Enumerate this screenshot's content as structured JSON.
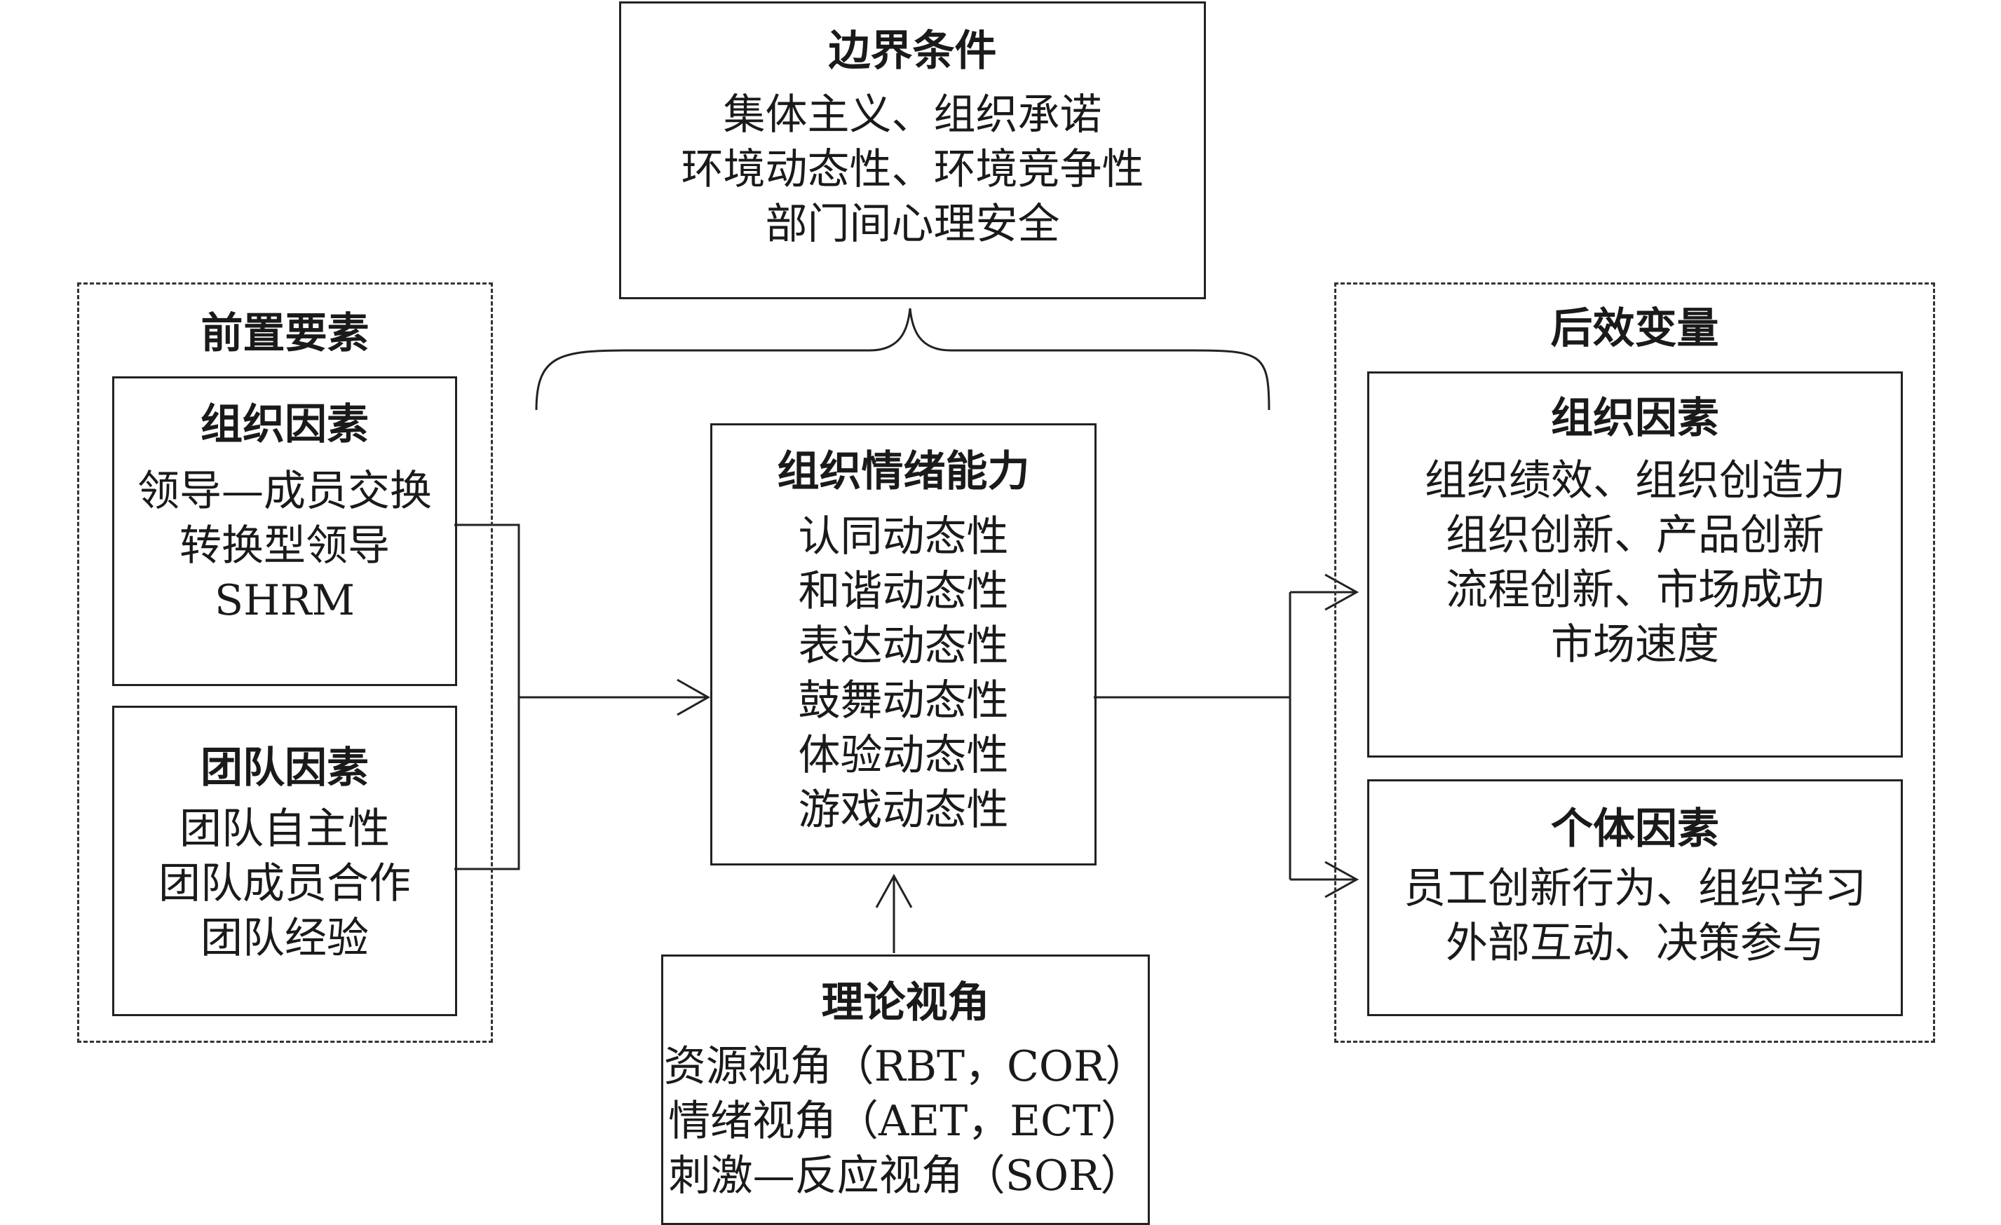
{
  "boundary": {
    "title": "边界条件",
    "lines": [
      "集体主义、组织承诺",
      "环境动态性、环境竞争性",
      "部门间心理安全"
    ]
  },
  "antecedents": {
    "title": "前置要素",
    "org": {
      "title": "组织因素",
      "lines": [
        "领导—成员交换",
        "转换型领导",
        "SHRM"
      ]
    },
    "team": {
      "title": "团队因素",
      "lines": [
        "团队自主性",
        "团队成员合作",
        "团队经验"
      ]
    }
  },
  "core": {
    "title": "组织情绪能力",
    "lines": [
      "认同动态性",
      "和谐动态性",
      "表达动态性",
      "鼓舞动态性",
      "体验动态性",
      "游戏动态性"
    ]
  },
  "theory": {
    "title": "理论视角",
    "lines": [
      "资源视角（RBT，COR）",
      "情绪视角（AET，ECT）",
      "刺激—反应视角（SOR）"
    ]
  },
  "outcomes": {
    "title": "后效变量",
    "org": {
      "title": "组织因素",
      "lines": [
        "组织绩效、组织创造力",
        "组织创新、产品创新",
        "流程创新、市场成功",
        "市场速度"
      ]
    },
    "individual": {
      "title": "个体因素",
      "lines": [
        "员工创新行为、组织学习",
        "外部互动、决策参与"
      ]
    }
  }
}
